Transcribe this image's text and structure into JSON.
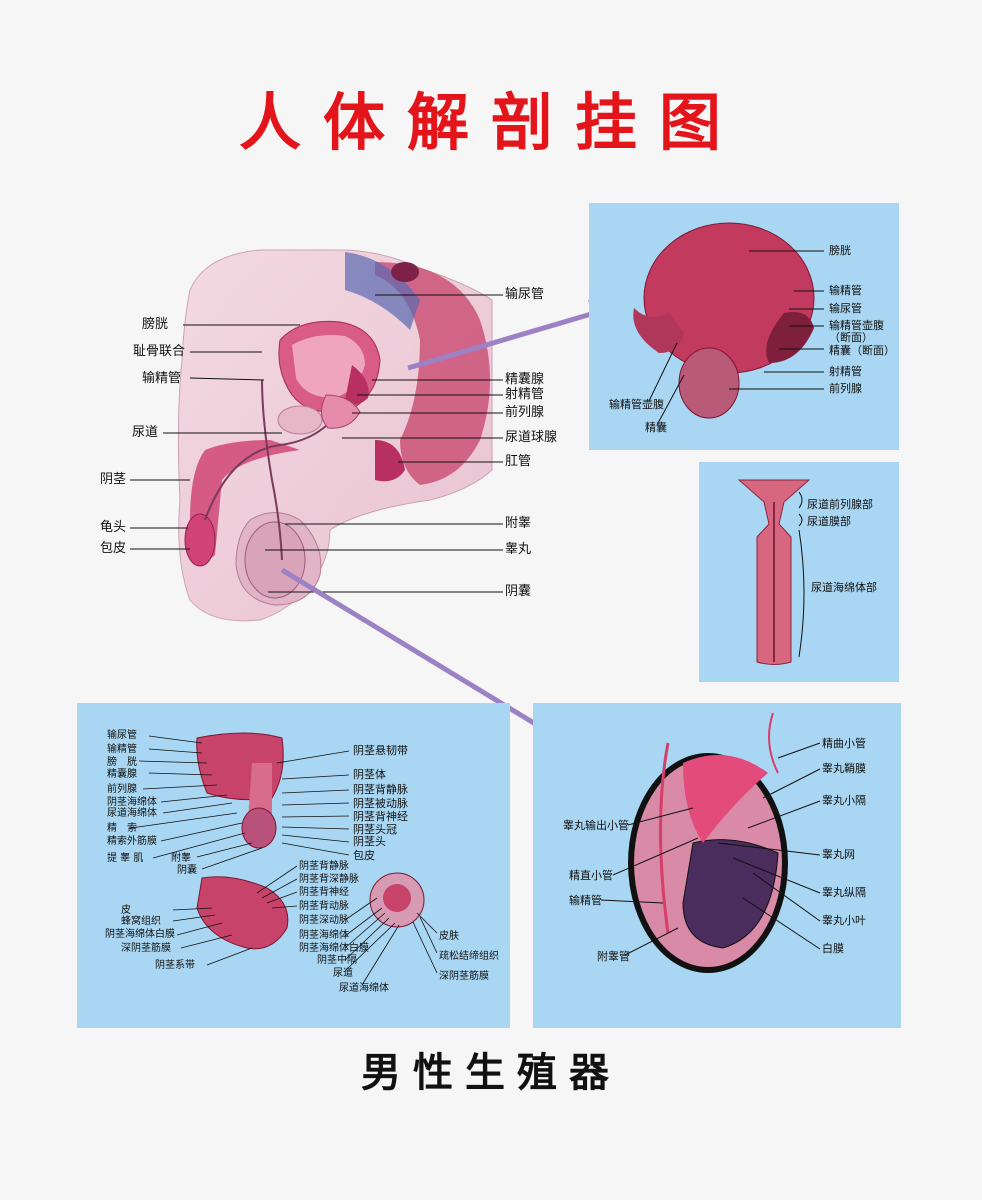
{
  "title": "人体解剖挂图",
  "subtitle": "男性生殖器",
  "main_figure": {
    "labels": {
      "shuniaoguan": "输尿管",
      "pangguang": "膀胱",
      "chigu": "耻骨联合",
      "shujingguan": "输精管",
      "niaodao": "尿道",
      "yinjing": "阴茎",
      "guitou": "龟头",
      "baopi": "包皮",
      "jingnangxian": "精囊腺",
      "shejingguan": "射精管",
      "qianliexian": "前列腺",
      "niaodaoqiuxian": "尿道球腺",
      "gangguan": "肛管",
      "fugao": "附睾",
      "gaowan": "睾丸",
      "yinnang": "阴囊"
    }
  },
  "bladder_panel": {
    "labels": {
      "pangguang": "膀胱",
      "shujingguan": "输精管",
      "shuniaoguan": "输尿管",
      "hufu": "输精管壶腹（断面）",
      "jingnang_duanmian": "精囊（断面）",
      "shejingguan": "射精管",
      "qianliexian": "前列腺",
      "shujingguanhufu": "输精管壶腹",
      "jingnang": "精囊"
    }
  },
  "urethra_panel": {
    "labels": {
      "qianlie": "尿道前列腺部",
      "mo": "尿道膜部",
      "haimian": "尿道海绵体部"
    }
  },
  "penis_panel": {
    "left_labels": [
      "输尿管",
      "输精管",
      "膀　胱",
      "精囊腺",
      "前列腺",
      "阴茎海绵体",
      "尿道海绵体",
      "精　索",
      "精索外筋膜",
      "提 睾 肌"
    ],
    "bottom_labels": [
      "附睾",
      "阴囊"
    ],
    "right_labels": [
      "阴茎悬韧带",
      "阴茎体",
      "阴茎背静脉",
      "阴茎被动脉",
      "阴茎背神经",
      "阴茎头冠",
      "阴茎头",
      "包皮"
    ],
    "mid_labels": [
      "阴茎背静脉",
      "阴茎背深静脉",
      "阴茎背神经",
      "阴茎背动脉",
      "阴茎深动脉",
      "阴茎海绵体",
      "阴茎海绵体白膜",
      "阴茎中隔",
      "尿道",
      "尿道海绵体"
    ],
    "lower_left_labels": [
      "皮",
      "蜂窝组织",
      "阴茎海绵体白膜",
      "深阴茎筋膜",
      "阴茎系带"
    ],
    "section_right_labels": [
      "皮肤",
      "疏松结缔组织",
      "深阴茎筋膜"
    ]
  },
  "testis_panel": {
    "labels": {
      "jingqu": "精曲小管",
      "baomo": "睾丸鞘膜",
      "xiaoge": "睾丸小隔",
      "shuchu": "睾丸输出小管",
      "gaowanwang": "睾丸网",
      "jingzhi": "精直小管",
      "zongge": "睾丸纵隔",
      "shujingguan": "输精管",
      "xiaoye": "睾丸小叶",
      "fugaoguan": "附睾管",
      "baimo": "白膜"
    }
  },
  "colors": {
    "title": "#e4141b",
    "panel": "#a9d6f2",
    "arrow": "#9c82c4"
  }
}
